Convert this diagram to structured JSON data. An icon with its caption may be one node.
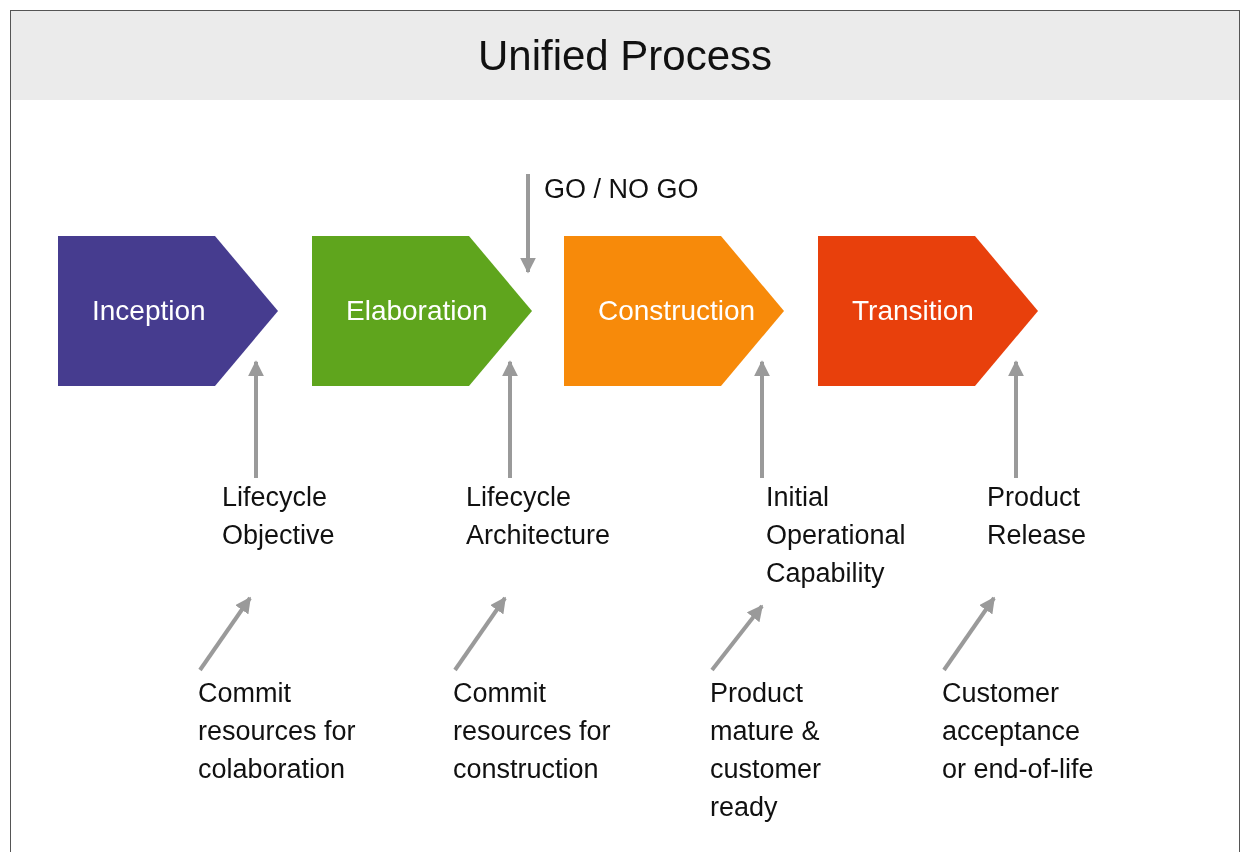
{
  "diagram": {
    "title": "Unified Process",
    "nodes": [
      {
        "text": [
          "Inception"
        ]
      },
      {
        "text": [
          "Elaboration"
        ]
      },
      {
        "text": [
          "Construction"
        ]
      },
      {
        "text": [
          "Transition"
        ]
      },
      {
        "text": [
          "GO / NO GO"
        ]
      },
      {
        "text": [
          "Lifecycle Objective"
        ]
      },
      {
        "text": [
          "Lifecycle Architecture"
        ]
      },
      {
        "text": [
          "Initial Operational Capability"
        ]
      },
      {
        "text": [
          "Product Release"
        ]
      },
      {
        "text": [
          "Commit resources for colaboration"
        ]
      },
      {
        "text": [
          "Commit resources for construction"
        ]
      },
      {
        "text": [
          "Product mature & customer ready"
        ]
      },
      {
        "text": [
          "Customer acceptance or end-of-life"
        ]
      }
    ],
    "edges": [
      {
        "from": 4,
        "to": 1,
        "arrow": "to"
      },
      {
        "from": 5,
        "to": 0,
        "arrow": "to"
      },
      {
        "from": 6,
        "to": 1,
        "arrow": "to"
      },
      {
        "from": 7,
        "to": 2,
        "arrow": "to"
      },
      {
        "from": 8,
        "to": 3,
        "arrow": "to"
      },
      {
        "from": 9,
        "to": 5,
        "arrow": "to"
      },
      {
        "from": 10,
        "to": 6,
        "arrow": "to"
      },
      {
        "from": 11,
        "to": 7,
        "arrow": "to"
      },
      {
        "from": 12,
        "to": 8,
        "arrow": "to"
      }
    ]
  }
}
